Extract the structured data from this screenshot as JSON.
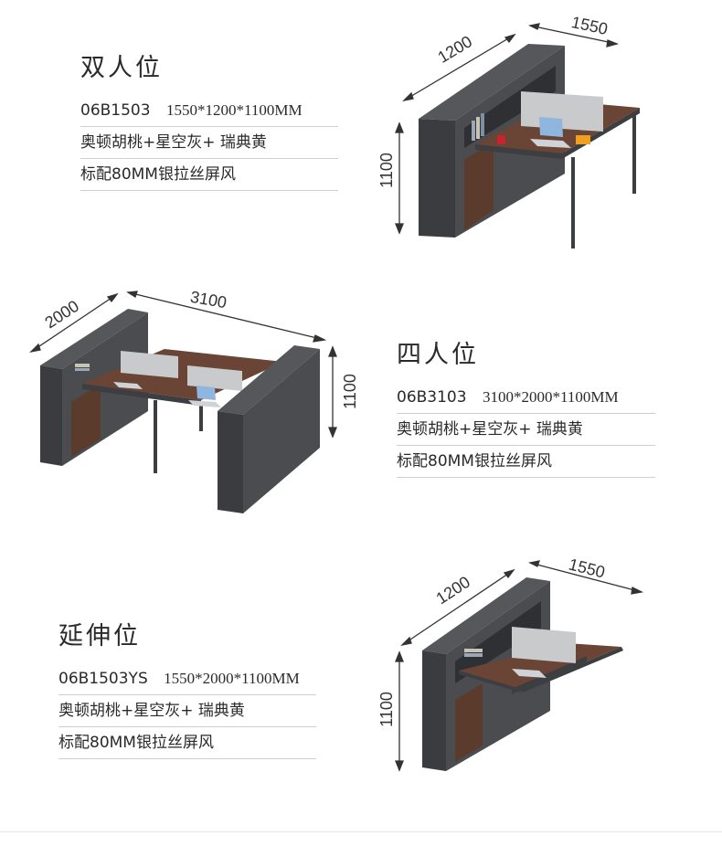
{
  "items": [
    {
      "title": "双人位",
      "model": "06B1503",
      "dims": "1550*1200*1100MM",
      "colors": "奥顿胡桃+星空灰+ 瑞典黄",
      "screen": "标配80MM银拉丝屏风",
      "dim_labels": {
        "depth": "1200",
        "width": "1550",
        "height": "1100"
      }
    },
    {
      "title": "四人位",
      "model": "06B3103",
      "dims": "3100*2000*1100MM",
      "colors": "奥顿胡桃+星空灰+ 瑞典黄",
      "screen": "标配80MM银拉丝屏风",
      "dim_labels": {
        "depth": "2000",
        "width": "3100",
        "height": "1100"
      }
    },
    {
      "title": "延伸位",
      "model": "06B1503YS",
      "dims": "1550*2000*1100MM",
      "colors": "奥顿胡桃+星空灰+ 瑞典黄",
      "screen": "标配80MM银拉丝屏风",
      "dim_labels": {
        "depth": "1200",
        "width": "1550",
        "height": "1100"
      }
    }
  ],
  "palette": {
    "cabinet_dark": "#4a4c50",
    "cabinet_side": "#3a3c40",
    "walnut": "#5b3b2c",
    "walnut_top": "#6a4536",
    "screen_silver": "#c9cacc",
    "leg": "#3d3e42"
  }
}
